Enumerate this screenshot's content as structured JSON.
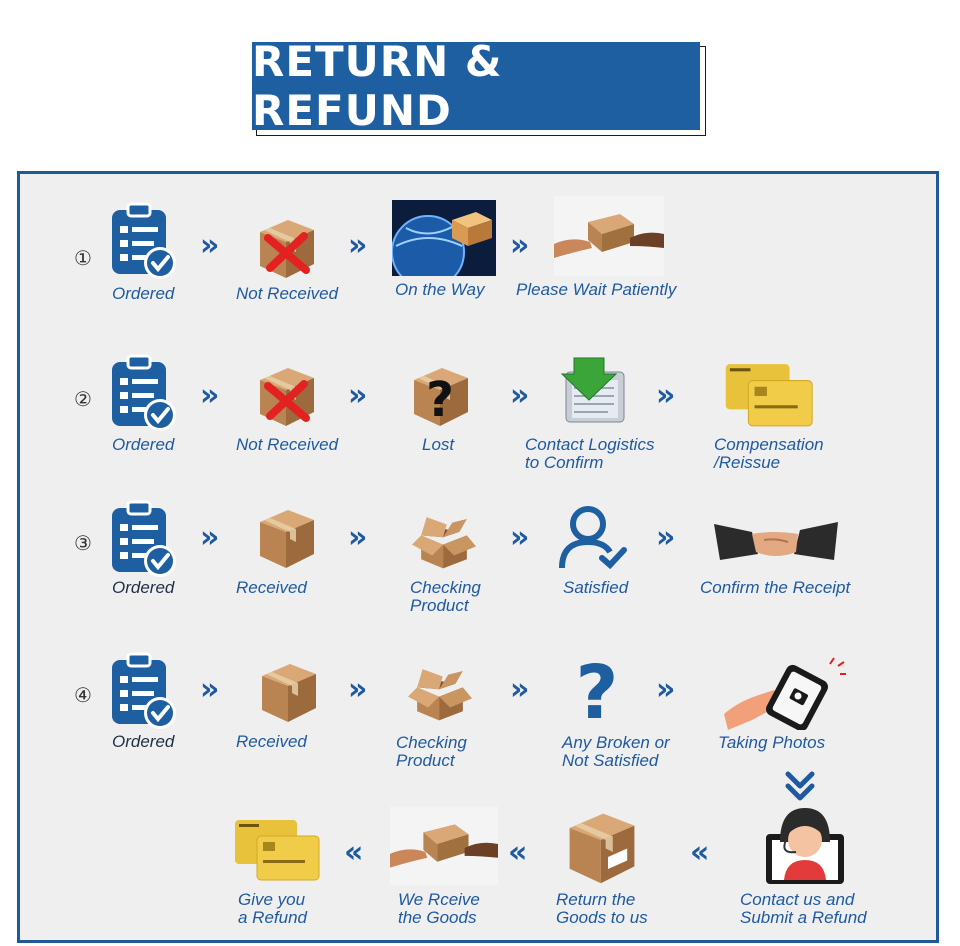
{
  "title": "RETURN & REFUND",
  "rows": [
    {
      "num": "①",
      "labels": [
        "Ordered",
        "Not Received",
        "On the Way",
        "Please Wait Patiently"
      ]
    },
    {
      "num": "②",
      "labels": [
        "Ordered",
        "Not Received",
        "Lost",
        "Contact Logistics",
        "to Confirm",
        "Compensation",
        "/Reissue"
      ]
    },
    {
      "num": "③",
      "labels": [
        "Ordered",
        "Received",
        "Checking",
        "Product",
        "Satisfied",
        "Confirm the Receipt"
      ]
    },
    {
      "num": "④",
      "labels": [
        "Ordered",
        "Received",
        "Checking",
        "Product",
        "Any Broken or",
        "Not Satisfied",
        "Taking Photos"
      ]
    }
  ],
  "bottom_row": {
    "labels": [
      "Give you",
      "a Refund",
      "We Rceive",
      "the Goods",
      "Return the",
      "Goods to us",
      "Contact us and",
      "Submit a Refund"
    ]
  },
  "arrows": {
    "forward": "»",
    "back": "«",
    "down": "⌄"
  },
  "colors": {
    "brand_blue": "#1d5fa1",
    "label_blue": "#1f5aa0",
    "panel_bg": "#efeff0",
    "box_brown": "#c08c5c",
    "red_x": "#e32121",
    "gold_card": "#e7c23a"
  }
}
